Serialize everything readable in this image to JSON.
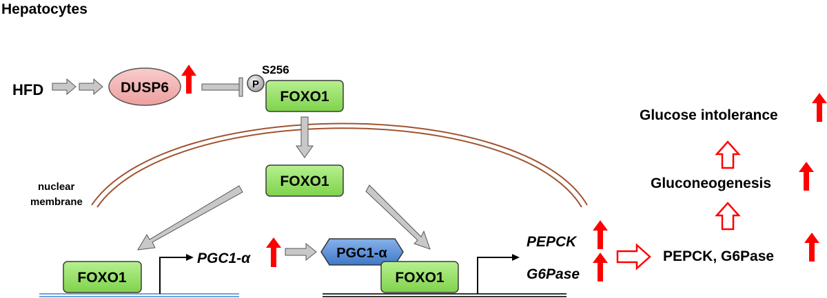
{
  "title": "Hepatocytes",
  "nodes": {
    "hfd": "HFD",
    "dusp6": "DUSP6",
    "phospho": "P",
    "phospho_site": "S256",
    "foxo1_cytoplasm": "FOXO1",
    "foxo1_nucleus": "FOXO1",
    "foxo1_dna_left": "FOXO1",
    "foxo1_dna_right": "FOXO1",
    "pgc1a_gene": "PGC1-α",
    "pgc1a_protein": "PGC1-α",
    "pepck_gene": "PEPCK",
    "g6pase_gene": "G6Pase",
    "pepck_g6pase_protein": "PEPCK, G6Pase",
    "gluconeogenesis": "Gluconeogenesis",
    "glucose_intolerance": "Glucose intolerance"
  },
  "labels": {
    "nuclear_line1": "nuclear",
    "nuclear_line2": "membrane"
  },
  "colors": {
    "up_arrow": "#ff0000",
    "foxo1_fill": "#99e86a",
    "dusp6_fill": "#f4b8b8",
    "pgc1a_fill": "#5b8fd6",
    "membrane": "#a0522d",
    "gray_arrow": "#c8c8c8",
    "dna_left": "#6aa6d8",
    "dna_right": "#333333"
  }
}
